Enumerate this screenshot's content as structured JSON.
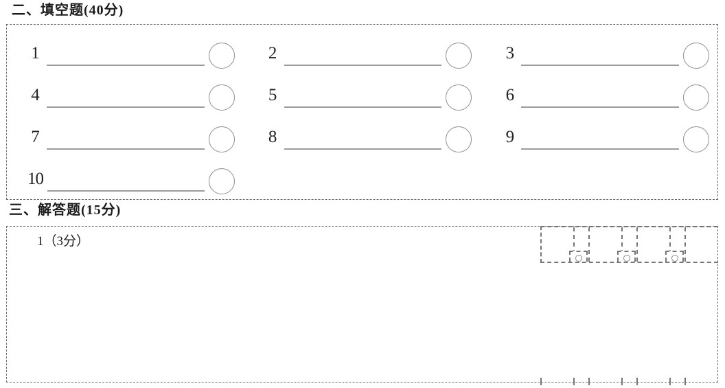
{
  "sections": {
    "fill": {
      "title": "二、填空题(40分)",
      "blanks": [
        "1",
        "2",
        "3",
        "4",
        "5",
        "6",
        "7",
        "8",
        "9",
        "10"
      ]
    },
    "solve": {
      "title": "三、解答题(15分)",
      "question_label": "1（3分）",
      "score_box_count": 3
    }
  },
  "colors": {
    "text": "#1f1f1f",
    "blank_line": "#9c9c9c",
    "circle_stroke": "#8e8e8e",
    "section_border": "#6a6a6a",
    "score_mark_border": "#757575"
  }
}
